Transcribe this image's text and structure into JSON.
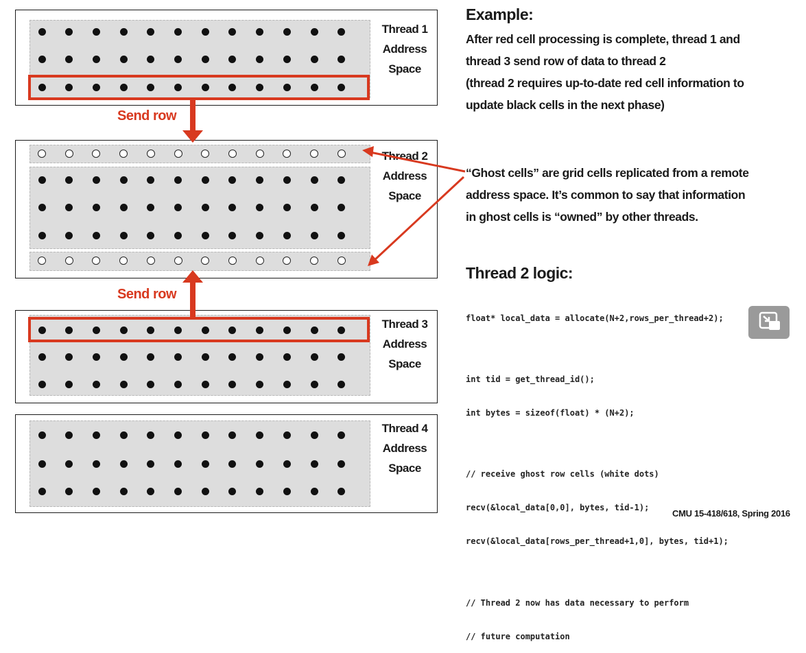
{
  "threads": [
    {
      "label": "Thread 1 Address Space",
      "rows": [
        "filled",
        "filled",
        "filled"
      ],
      "highlight_row": 2
    },
    {
      "label": "Thread 2 Address Space",
      "rows": [
        "ghost",
        "filled",
        "filled",
        "filled",
        "ghost"
      ],
      "highlight_row": null
    },
    {
      "label": "Thread 3 Address Space",
      "rows": [
        "filled",
        "filled",
        "filled"
      ],
      "highlight_row": 0
    },
    {
      "label": "Thread 4 Address Space",
      "rows": [
        "filled",
        "filled",
        "filled"
      ],
      "highlight_row": null
    }
  ],
  "columns_per_row": 12,
  "send_row_top": "Send row",
  "send_row_bottom": "Send row",
  "example": {
    "heading": "Example:",
    "text": "After red cell processing is complete, thread 1 and\nthread 3 send row of data to thread 2\n(thread 2 requires up-to-date red cell information to\nupdate black cells in the next phase)"
  },
  "ghost_note": "“Ghost cells” are grid cells replicated from a remote\naddress space.  It’s common to say that information\nin ghost cells is “owned” by other threads.",
  "logic": {
    "heading": "Thread 2 logic:",
    "code": [
      "float* local_data = allocate(N+2,rows_per_thread+2);",
      "",
      "int tid = get_thread_id();",
      "int bytes = sizeof(float) * (N+2);",
      "",
      "// receive ghost row cells (white dots)",
      "recv(&local_data[0,0], bytes, tid-1);",
      "recv(&local_data[rows_per_thread+1,0], bytes, tid+1);",
      "",
      "// Thread 2 now has data necessary to perform",
      "// future computation"
    ]
  },
  "footer": "CMU 15-418/618, Spring 2016",
  "colors": {
    "accent_red": "#d8391f",
    "grid_bg": "#dddddd",
    "dot": "#111111"
  },
  "icons": {
    "pip": "picture-in-picture-icon"
  }
}
